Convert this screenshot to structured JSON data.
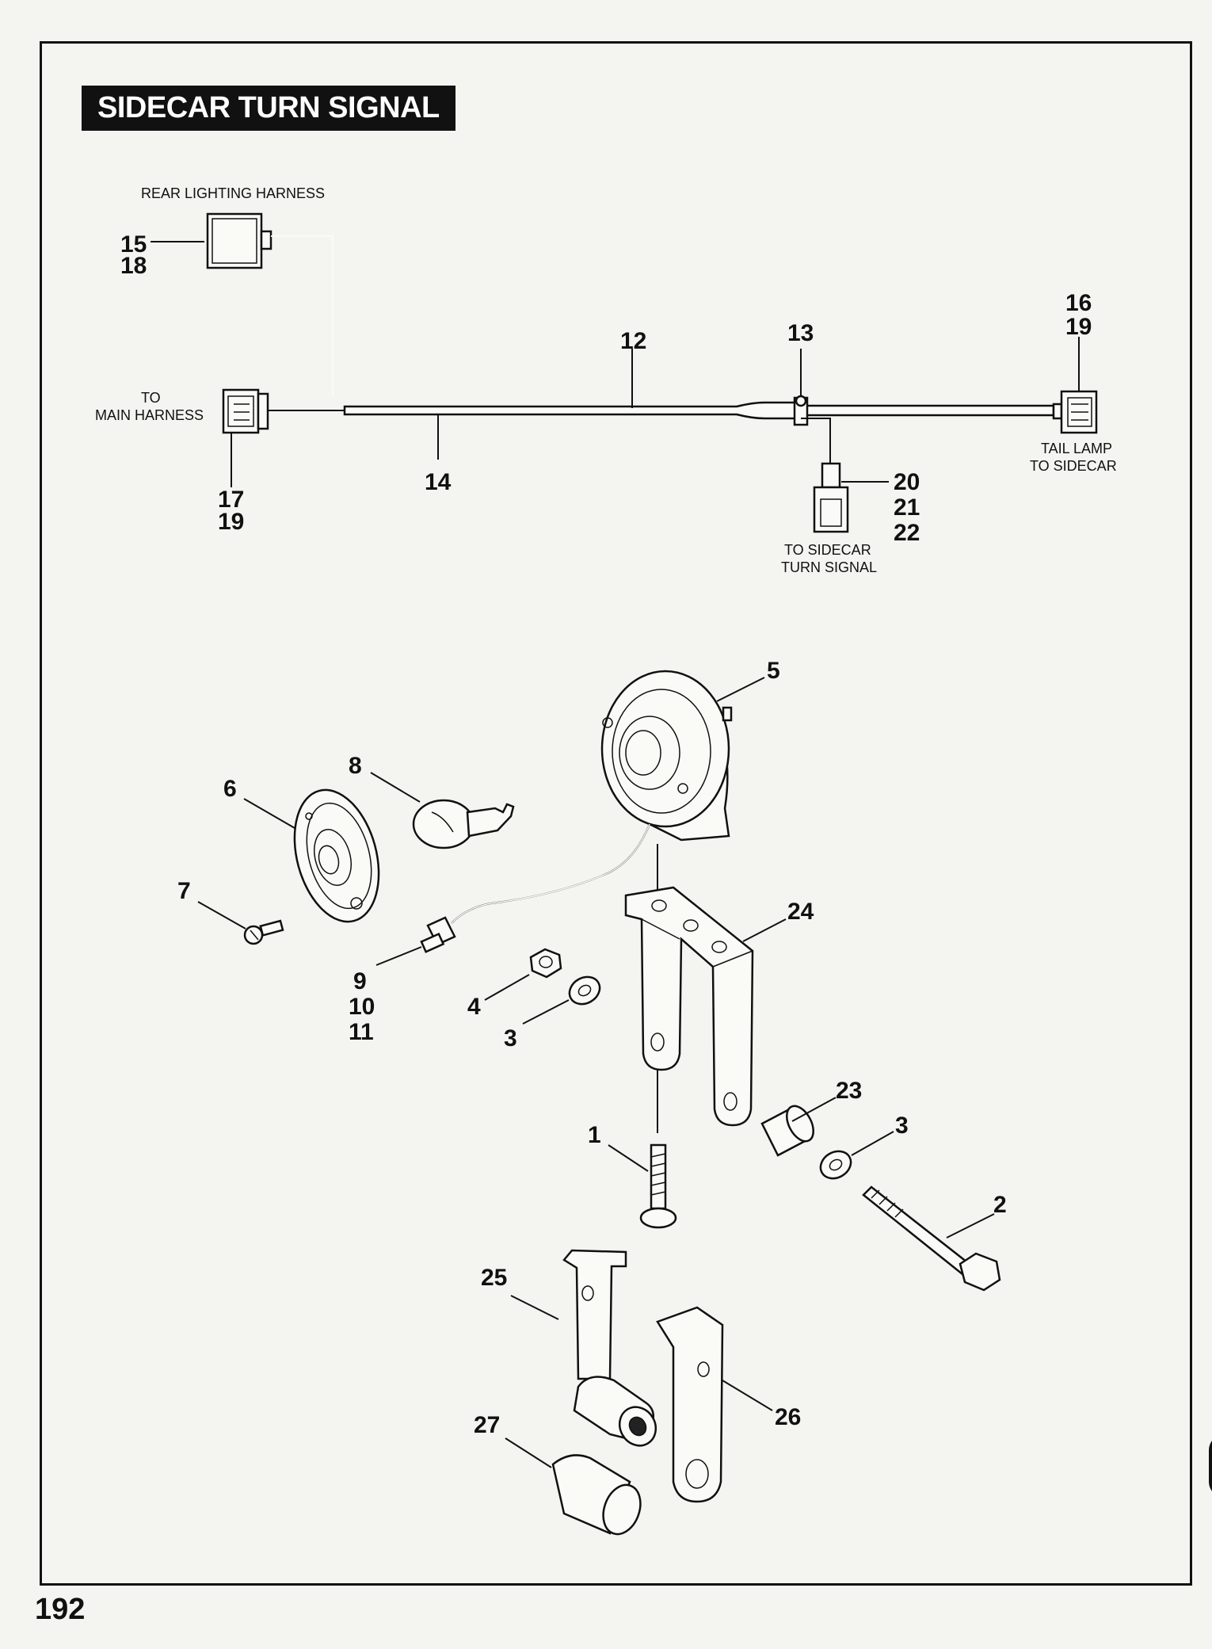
{
  "title": "SIDECAR TURN SIGNAL",
  "page_number": "192",
  "harness_labels": {
    "rear_lighting": "REAR LIGHTING HARNESS",
    "to_main_line1": "TO",
    "to_main_line2": "MAIN HARNESS",
    "tail_lamp_line1": "TAIL LAMP",
    "tail_lamp_line2": "TO SIDECAR",
    "sidecar_signal_line1": "TO SIDECAR",
    "sidecar_signal_line2": "TURN SIGNAL"
  },
  "callouts": {
    "c15": "15",
    "c18": "18",
    "c12": "12",
    "c13": "13",
    "c16": "16",
    "c19a": "19",
    "c17": "17",
    "c19b": "19",
    "c14": "14",
    "c20": "20",
    "c21": "21",
    "c22": "22",
    "c5": "5",
    "c8": "8",
    "c6": "6",
    "c7": "7",
    "c9": "9",
    "c10": "10",
    "c11": "11",
    "c4": "4",
    "c3a": "3",
    "c24": "24",
    "c23": "23",
    "c3b": "3",
    "c1": "1",
    "c2": "2",
    "c25": "25",
    "c26": "26",
    "c27": "27"
  }
}
